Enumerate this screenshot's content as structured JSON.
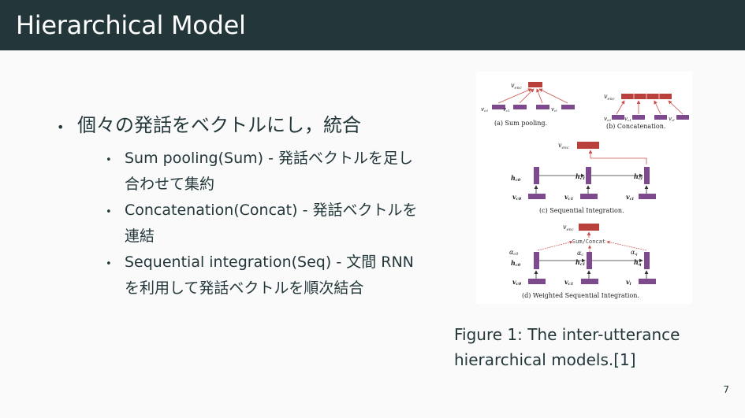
{
  "slide": {
    "title": "Hierarchical Model",
    "page_number": "7"
  },
  "bullets": {
    "main": "個々の発話をベクトルにし，統合",
    "items": [
      "Sum pooling(Sum) - 発話ベクトルを足し合わせて集約",
      "Concatenation(Concat) - 発話ベクトルを連結",
      "Sequential integration(Seq) - 文間 RNN を利用して発話ベクトルを順次結合"
    ]
  },
  "figure": {
    "caption_prefix": "Figure 1:",
    "caption_text": " The inter-utterance hierarchical models.[1]",
    "subcaptions": {
      "a": "(a) Sum pooling.",
      "b": "(b) Concatenation.",
      "c": "(c) Sequential Integration.",
      "d": "(d) Weighted Sequential Integration."
    },
    "labels": {
      "venc": "v",
      "enc_sub": "enc",
      "sum_concat": "Sum/Concat",
      "alpha": "α",
      "h": "h",
      "v": "v"
    },
    "colors": {
      "encoder": "#b8413c",
      "utterance": "#7e4a8e",
      "arrow_black": "#333333",
      "arrow_red": "#c8504a"
    }
  }
}
